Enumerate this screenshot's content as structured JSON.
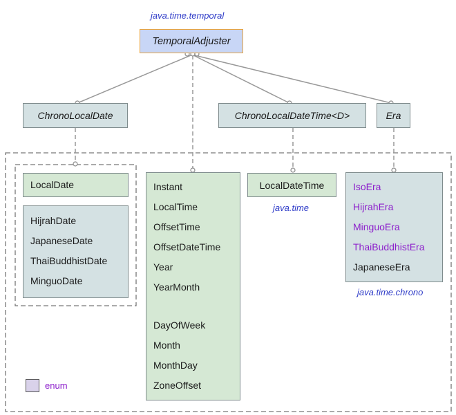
{
  "packages": {
    "temporal": "java.time.temporal",
    "time": "java.time",
    "chrono": "java.time.chrono"
  },
  "nodes": {
    "temporal_adjuster": "TemporalAdjuster",
    "chrono_local_date": "ChronoLocalDate",
    "chrono_local_date_time": "ChronoLocalDateTime<D>",
    "era": "Era",
    "local_date": "LocalDate",
    "local_date_time": "LocalDateTime"
  },
  "chrono_dates": [
    "HijrahDate",
    "JapaneseDate",
    "ThaiBuddhistDate",
    "MinguoDate"
  ],
  "time_classes": [
    "Instant",
    "LocalTime",
    "OffsetTime",
    "OffsetDateTime",
    "Year",
    "YearMonth"
  ],
  "time_enums_and_others": [
    "DayOfWeek",
    "Month",
    "MonthDay",
    "ZoneOffset"
  ],
  "eras": [
    {
      "label": "IsoEra",
      "enum": true
    },
    {
      "label": "HijrahEra",
      "enum": true
    },
    {
      "label": "MinguoEra",
      "enum": true
    },
    {
      "label": "ThaiBuddhistEra",
      "enum": true
    },
    {
      "label": "JapaneseEra",
      "enum": false
    }
  ],
  "legend": {
    "enum_label": "enum"
  },
  "colors": {
    "interface_fill": "#d4e1e3",
    "class_fill": "#d5e8d4",
    "root_fill": "#c8d6f6",
    "root_border": "#e8a33d",
    "enum_text": "#8c1ecb",
    "package_text": "#2f3cc8",
    "enum_swatch": "#d9d2ea"
  }
}
